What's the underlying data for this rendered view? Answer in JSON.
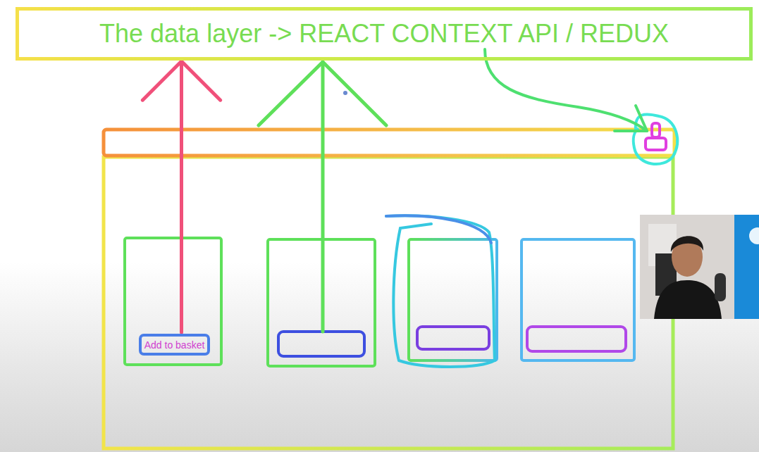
{
  "diagram": {
    "nodes": [
      {
        "text": [
          "The data layer -> REACT CONTEXT API / REDUX"
        ]
      },
      {
        "text": [
          "Add to basket"
        ]
      }
    ],
    "edges": [
      {
        "from": 1,
        "to": 0,
        "arrow": "to"
      }
    ]
  }
}
